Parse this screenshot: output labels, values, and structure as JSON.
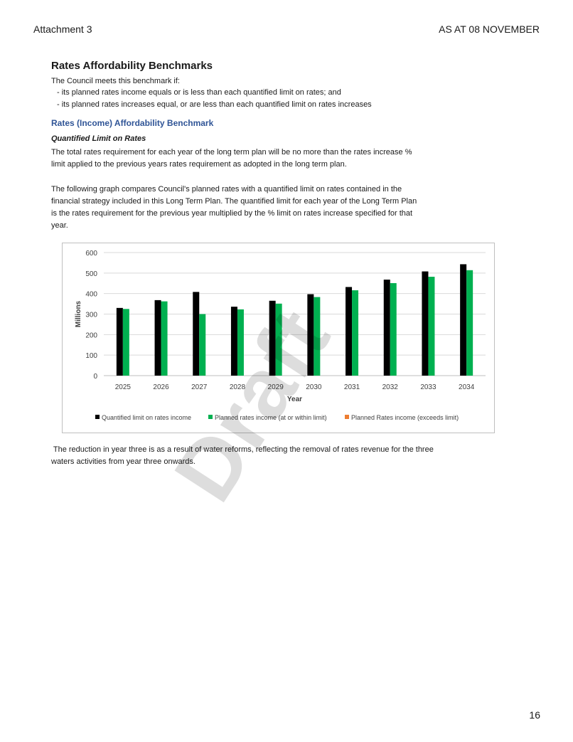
{
  "header": {
    "left": "Attachment 3",
    "right": "AS AT 08 NOVEMBER"
  },
  "section_title": "Rates Affordability Benchmarks",
  "intro": "The Council meets this benchmark if:",
  "bullets": [
    "-  its planned rates income equals or is less than each quantified limit on rates; and",
    "-  its planned rates increases equal, or are less than each quantified limit on rates increases"
  ],
  "subheading": "Rates  (Income) Affordability Benchmark",
  "limit_heading": "Quantified Limit on Rates",
  "limit_text_lines": [
    "The total rates requirement for each year of the long term plan will be no more than the rates increase %",
    "limit applied to the previous years rates requirement as adopted in the long term plan."
  ],
  "graph_text_lines": [
    "The following graph compares Council's planned rates with a quantified limit on rates contained in the",
    "financial strategy included in this Long Term Plan.  The quantified limit for each year of the Long Term Plan",
    "is the rates requirement for the previous year multiplied by the % limit on rates increase specified for that",
    "year."
  ],
  "note_lines": [
    " The reduction in year three is as a result of water reforms, reflecting the removal of rates revenue for the three",
    "waters activities from year three onwards."
  ],
  "watermark": "Draft",
  "page_number": "16",
  "colors": {
    "limit": "#000000",
    "within": "#00b050",
    "exceeds": "#ed7d31",
    "heading_blue": "#2f5496",
    "grid": "#d9d9d9"
  },
  "chart_data": {
    "type": "bar",
    "categories": [
      "2025",
      "2026",
      "2027",
      "2028",
      "2029",
      "2030",
      "2031",
      "2032",
      "2033",
      "2034"
    ],
    "series": [
      {
        "name": "Quantified limit on rates income",
        "values": [
          330,
          368,
          408,
          336,
          365,
          397,
          432,
          468,
          508,
          543
        ]
      },
      {
        "name": "Planned rates income (at or within limit)",
        "values": [
          325,
          362,
          300,
          323,
          351,
          383,
          416,
          451,
          482,
          514
        ]
      },
      {
        "name": "Planned Rates income (exceeds limit)",
        "values": []
      }
    ],
    "xlabel": "Year",
    "ylabel": "Millions",
    "ylim": [
      0,
      600
    ],
    "yticks": [
      "0",
      "100",
      "200",
      "300",
      "400",
      "500",
      "600"
    ],
    "grid": true,
    "legend": "bottom"
  }
}
